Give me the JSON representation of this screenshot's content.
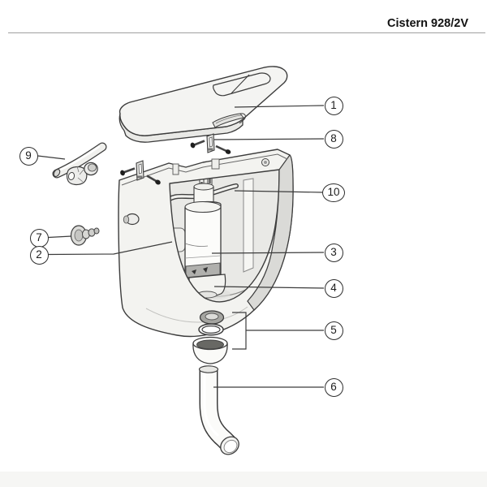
{
  "page": {
    "title": "Cistern 928/2V"
  },
  "colors": {
    "outline": "#3c3c3c",
    "body_fill": "#f3f3f0",
    "shade_fill": "#d9d9d6",
    "seal_grey": "#a5a5a1",
    "cup_interior": "#686864",
    "screw_dark": "#1e1e1e",
    "rule": "#a0a0a0",
    "footer_band": "#f6f6f4"
  },
  "diagram": {
    "callouts": [
      {
        "number": "1"
      },
      {
        "number": "2"
      },
      {
        "number": "3"
      },
      {
        "number": "4"
      },
      {
        "number": "5"
      },
      {
        "number": "6"
      },
      {
        "number": "7"
      },
      {
        "number": "8"
      },
      {
        "number": "9"
      },
      {
        "number": "10"
      }
    ]
  }
}
